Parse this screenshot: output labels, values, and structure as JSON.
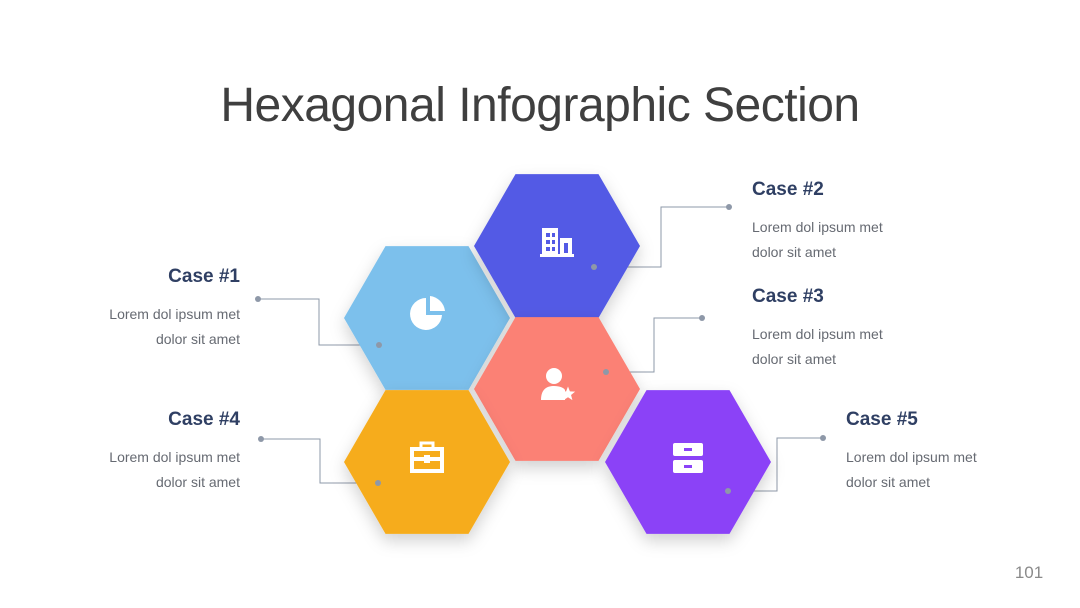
{
  "title": "Hexagonal Infographic Section",
  "page_number": "101",
  "colors": {
    "blue": "#7BC0EC",
    "indigo": "#525AE5",
    "coral": "#FB8174",
    "amber": "#F6AC1D",
    "violet": "#8B43F7",
    "connector": "#8E98A8"
  },
  "cases": [
    {
      "title": "Case #1",
      "line1": "Lorem dol ipsum met",
      "line2": "dolor sit amet",
      "icon": "pie-chart-icon",
      "color": "#7BC0EC"
    },
    {
      "title": "Case #2",
      "line1": "Lorem dol ipsum met",
      "line2": "dolor sit amet",
      "icon": "building-icon",
      "color": "#525AE5"
    },
    {
      "title": "Case #3",
      "line1": "Lorem dol ipsum met",
      "line2": "dolor sit amet",
      "icon": "user-star-icon",
      "color": "#FB8174"
    },
    {
      "title": "Case #4",
      "line1": "Lorem dol ipsum met",
      "line2": "dolor sit amet",
      "icon": "briefcase-icon",
      "color": "#F6AC1D"
    },
    {
      "title": "Case #5",
      "line1": "Lorem dol ipsum met",
      "line2": "dolor sit amet",
      "icon": "server-icon",
      "color": "#8B43F7"
    }
  ]
}
